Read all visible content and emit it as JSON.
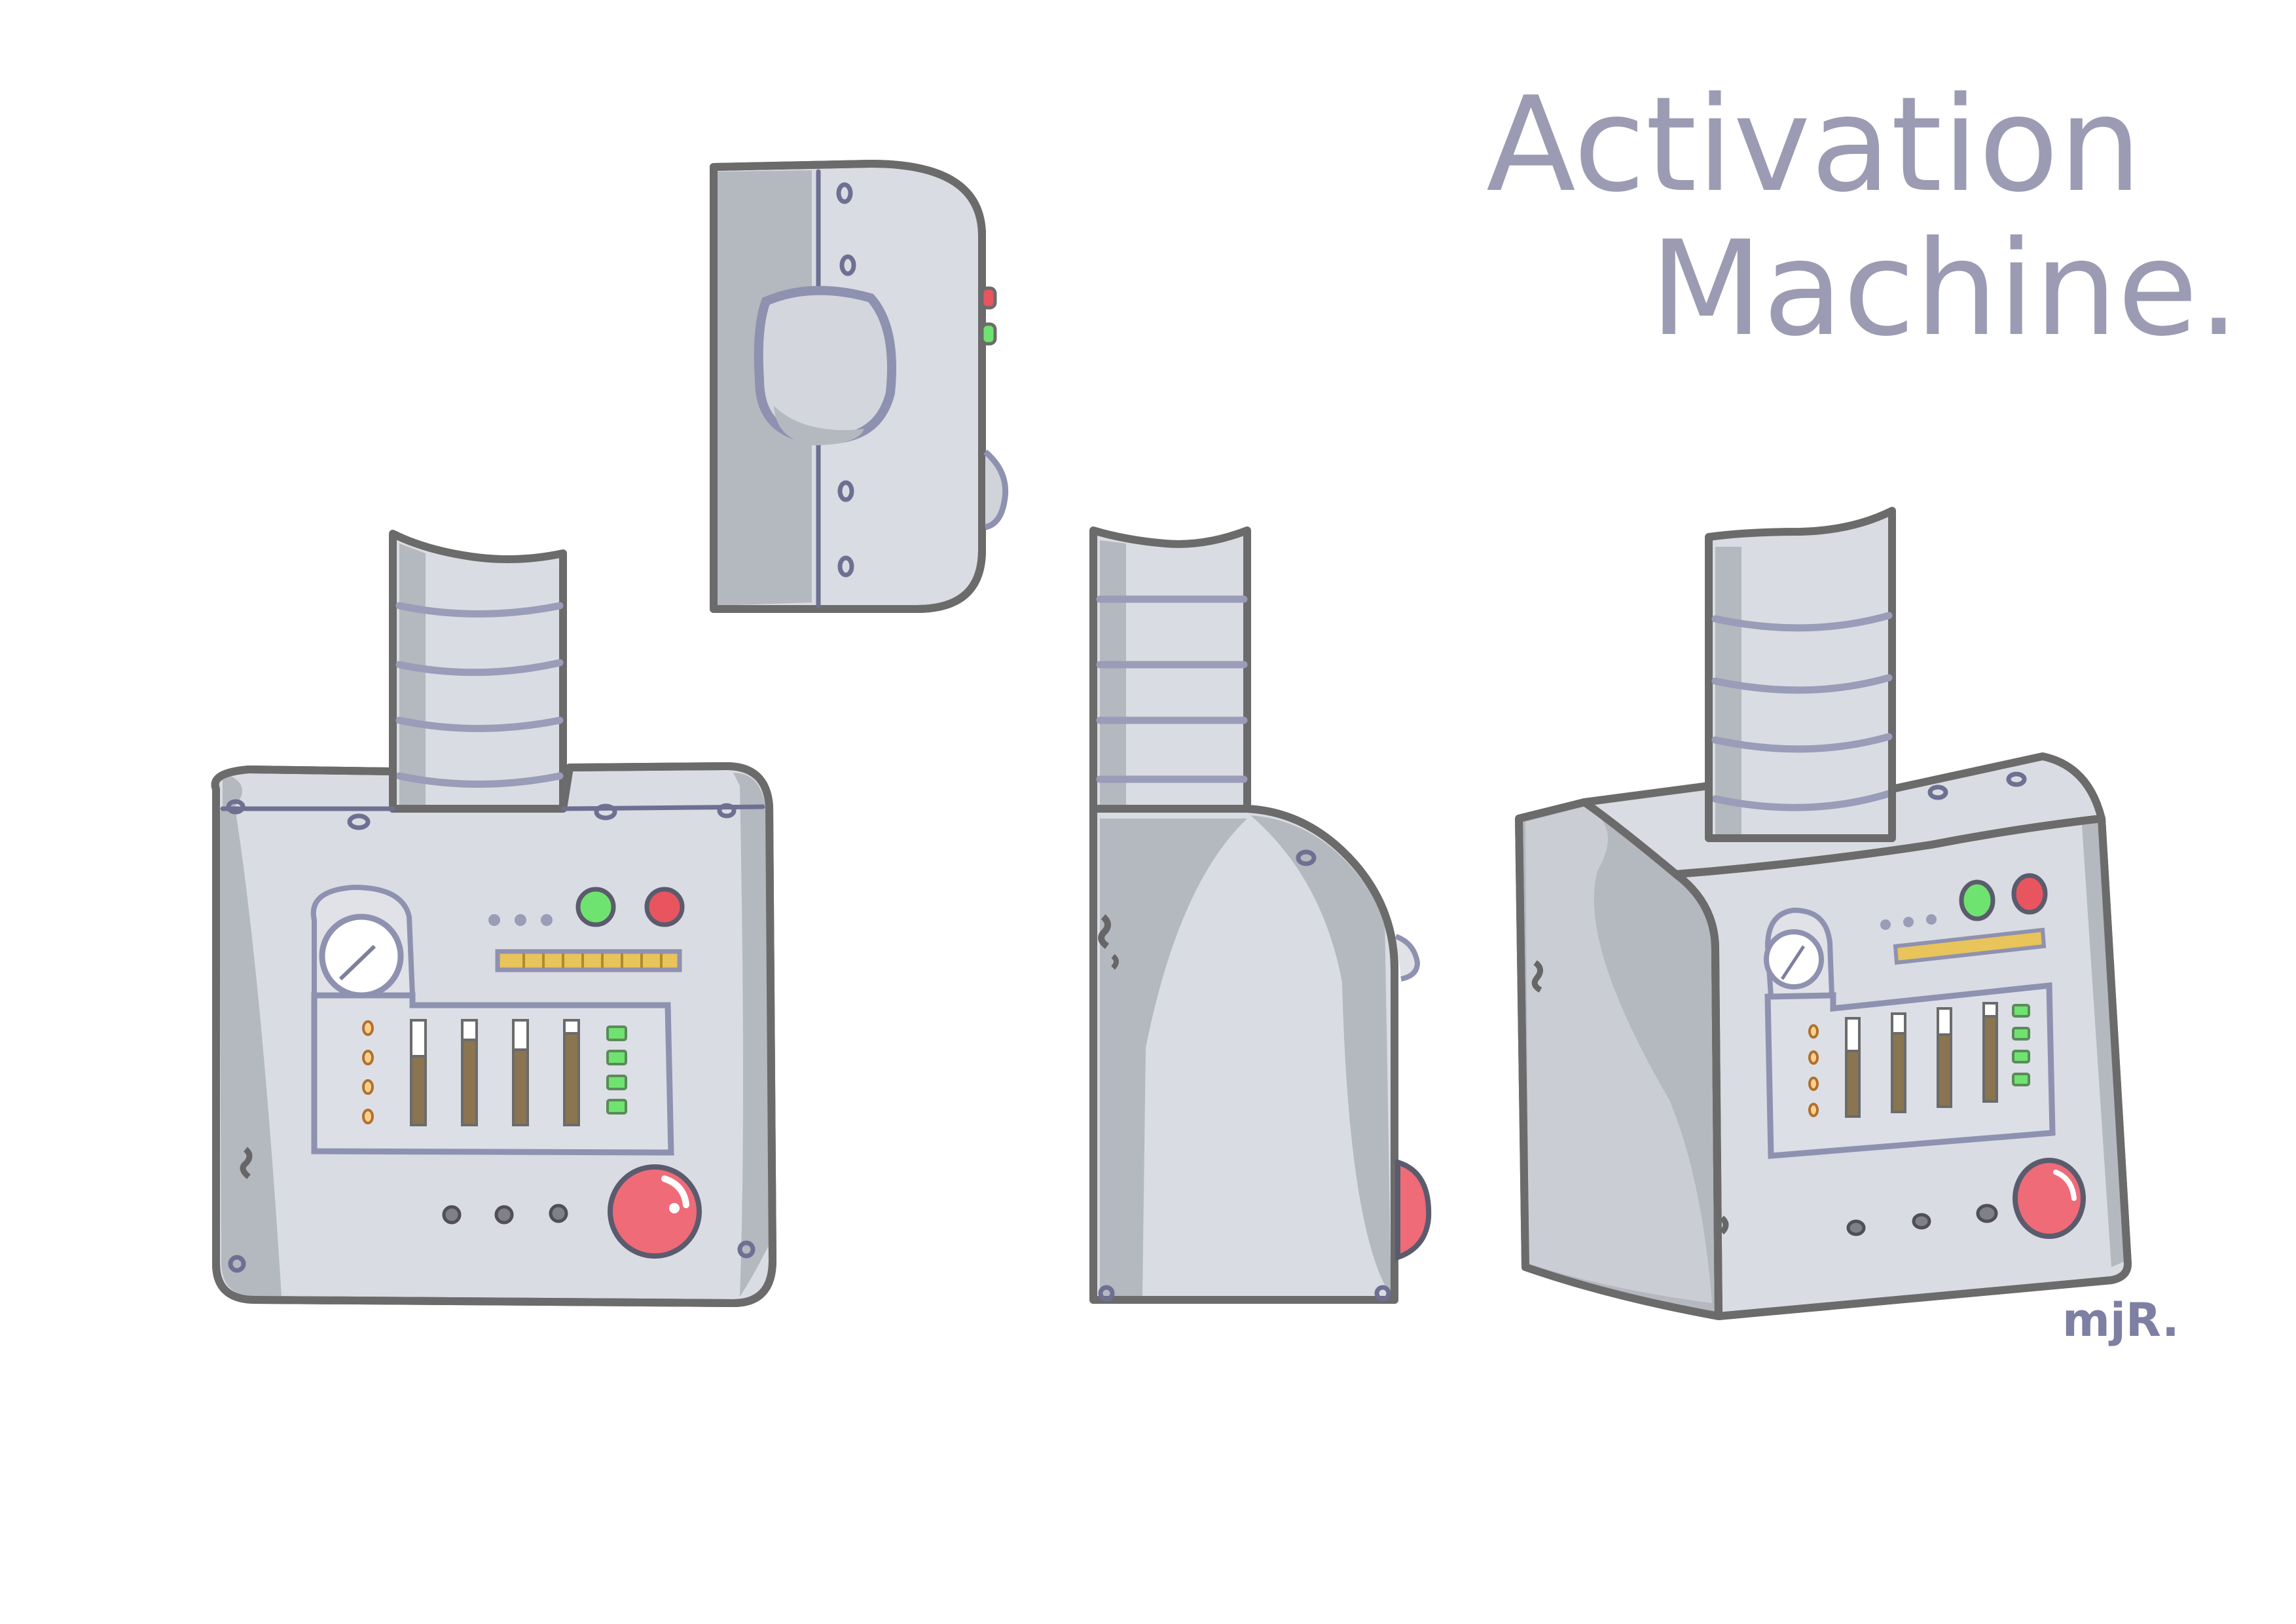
{
  "title": {
    "line1": "Activation",
    "line2": "Machine."
  },
  "signature": "mjR.",
  "colors": {
    "background": "#ffffff",
    "metal": "#d9dce2",
    "metal_shadow": "#b4b8bf",
    "outline": "#6b6b6b",
    "pipe_rib": "#9a9cb8",
    "button_red": "#ef6b78",
    "light_green": "#6fe36f",
    "light_red": "#e8555f",
    "gauge_bar": "#e8c45a",
    "slider": "#8a7550",
    "title_ink": "#9b9bb3"
  }
}
